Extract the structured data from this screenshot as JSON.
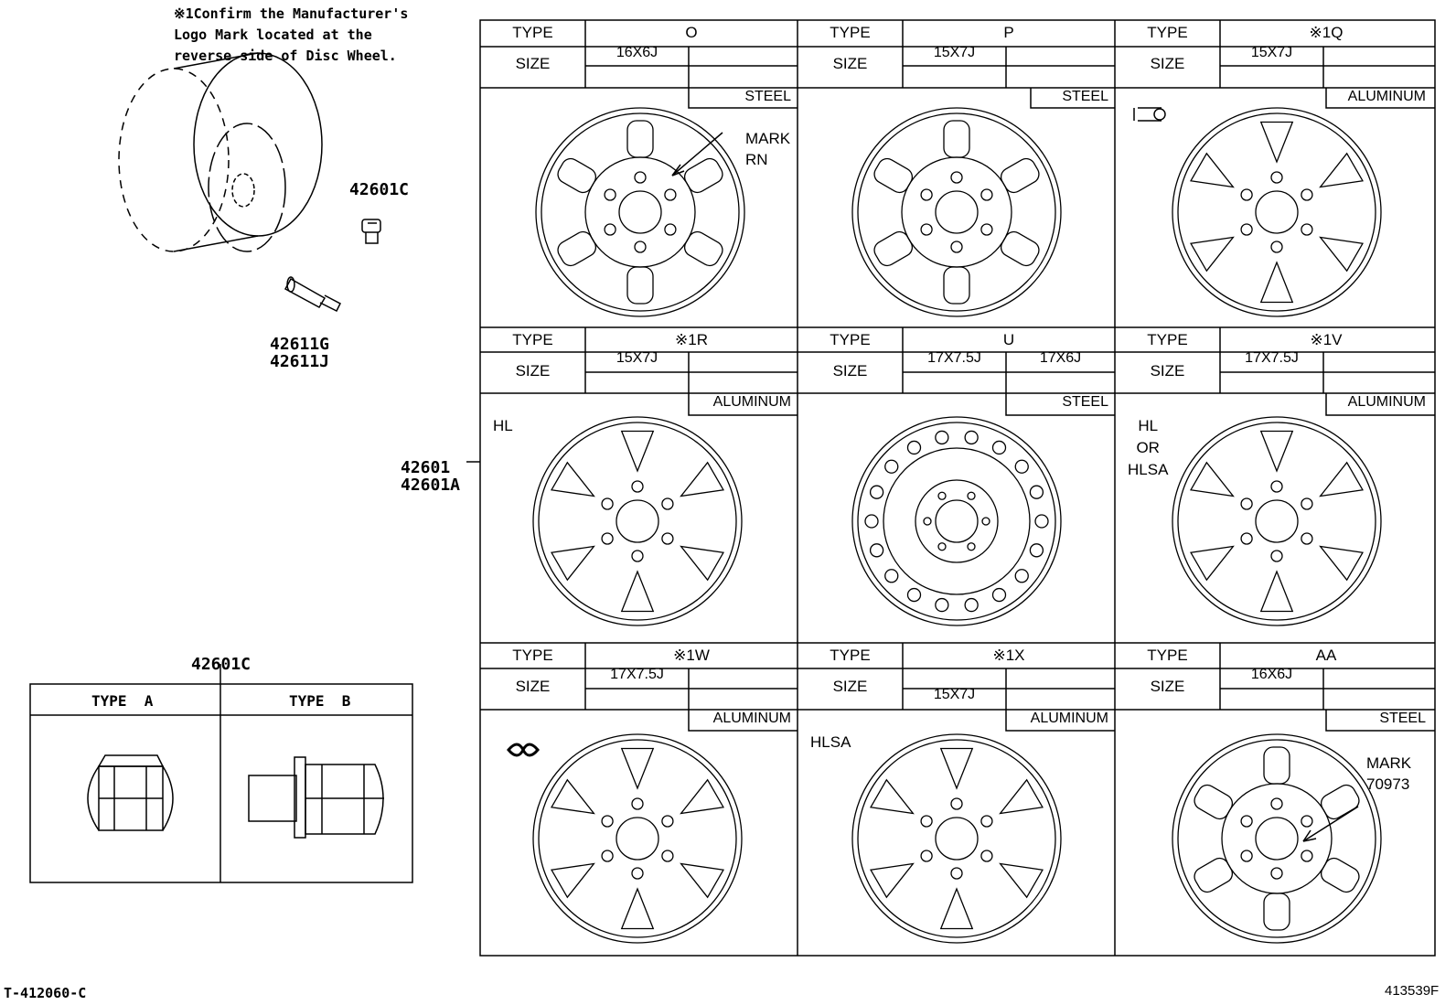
{
  "note": "※1Confirm the Manufacturer's\nLogo Mark located at the\nreverse side of Disc Wheel.",
  "parts": {
    "hub_bolt": "42601C",
    "valve_1": "42611G",
    "valve_2": "42611J",
    "wheel_1": "42601",
    "wheel_2": "42601A",
    "nut_title": "42601C",
    "type_a": "TYPE  A",
    "type_b": "TYPE  B"
  },
  "labels": {
    "type": "TYPE",
    "size": "SIZE"
  },
  "wheels": [
    {
      "type": "O",
      "size_l": "16X6J",
      "size_r": "",
      "size_low": "",
      "material": "STEEL",
      "tag": "",
      "mark": "MARK\nRN"
    },
    {
      "type": "P",
      "size_l": "15X7J",
      "size_r": "",
      "size_low": "",
      "material": "STEEL",
      "tag": "",
      "mark": ""
    },
    {
      "type": "※1Q",
      "size_l": "15X7J",
      "size_r": "",
      "size_low": "",
      "material": "ALUMINUM",
      "tag": "",
      "mark": ""
    },
    {
      "type": "※1R",
      "size_l": "15X7J",
      "size_r": "",
      "size_low": "",
      "material": "ALUMINUM",
      "tag": "HL",
      "mark": ""
    },
    {
      "type": "U",
      "size_l": "17X7.5J",
      "size_r": "17X6J",
      "size_low": "",
      "material": "STEEL",
      "tag": "",
      "mark": ""
    },
    {
      "type": "※1V",
      "size_l": "17X7.5J",
      "size_r": "",
      "size_low": "",
      "material": "ALUMINUM",
      "tag": "HL\nOR\nHLSA",
      "mark": ""
    },
    {
      "type": "※1W",
      "size_l": "17X7.5J",
      "size_r": "",
      "size_low": "",
      "material": "ALUMINUM",
      "tag": "",
      "mark": ""
    },
    {
      "type": "※1X",
      "size_l": "",
      "size_r": "",
      "size_low": "15X7J",
      "material": "ALUMINUM",
      "tag": "HLSA",
      "mark": ""
    },
    {
      "type": "AA",
      "size_l": "16X6J",
      "size_r": "",
      "size_low": "",
      "material": "STEEL",
      "tag": "",
      "mark": "MARK\n70973"
    }
  ],
  "footer": {
    "left": "T-412060-C",
    "right": "413539F"
  }
}
